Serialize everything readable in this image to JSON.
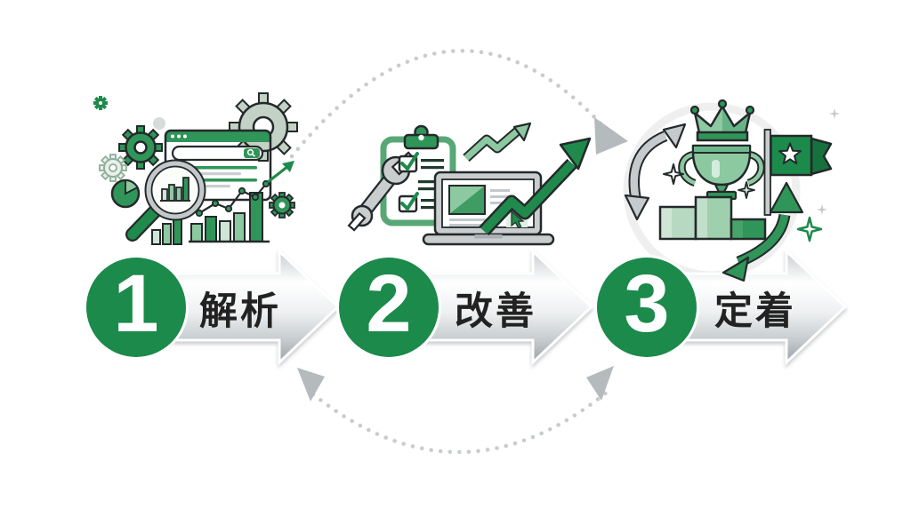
{
  "steps": [
    {
      "number": "1",
      "label": "解析"
    },
    {
      "number": "2",
      "label": "改善"
    },
    {
      "number": "3",
      "label": "定着"
    }
  ],
  "illustrations": {
    "analysis_icons": [
      "browser-window-icon",
      "search-bar-icon",
      "magnifier-icon",
      "bar-chart-icon",
      "mini-bar-chart-icon",
      "line-chart-icon",
      "trend-arrow-icon",
      "gear-icon",
      "pie-chart-icon"
    ],
    "improvement_icons": [
      "clipboard-checklist-icon",
      "checkbox-icon",
      "wrench-icon",
      "laptop-icon",
      "screen-image-icon",
      "cursor-icon",
      "growth-arrow-light-icon",
      "growth-arrow-dark-icon"
    ],
    "achievement_icons": [
      "crown-icon",
      "trophy-icon",
      "podium-icon",
      "flag-icon",
      "star-icon",
      "cycle-arrow-gray-icon",
      "cycle-arrow-green-icon",
      "sparkle-icon"
    ]
  },
  "cycle_arcs": {
    "top_arc_arrowheads": 1,
    "bottom_arc_arrowheads": 2
  },
  "colors": {
    "bg": "#ffffff",
    "green_primary": "#1b8a4b",
    "green_medium": "#2f9558",
    "green_light": "#8cc9a0",
    "green_pale": "#cfe6d6",
    "outline_dark": "#24292b",
    "silver": "#c6cacc",
    "dot_gray": "#c9cccc",
    "text_dark": "#222222"
  }
}
